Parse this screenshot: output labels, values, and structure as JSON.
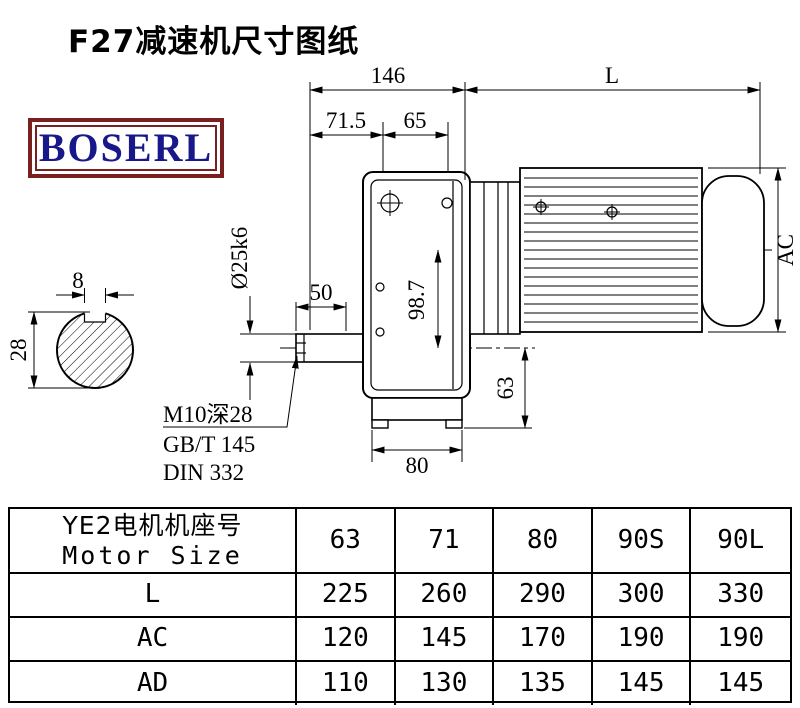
{
  "colors": {
    "logo_border": "#7a1f1f",
    "logo_text": "#18188a"
  },
  "title": "F27减速机尺寸图纸",
  "logo_text": "BOSERL",
  "drawing": {
    "dim_146": "146",
    "dim_L": "L",
    "dim_71_5": "71.5",
    "dim_65": "65",
    "dim_shaft": "Ø25k6",
    "dim_50": "50",
    "dim_8": "8",
    "dim_28": "28",
    "dim_98_7": "98.7",
    "dim_63": "63",
    "dim_80": "80",
    "dim_AC": "AC",
    "note_thread": "M10深28",
    "note_gb": "GB/T 145",
    "note_din": "DIN 332"
  },
  "table": {
    "header_cn": "YE2电机机座号",
    "header_en": "Motor Size",
    "frame_sizes": [
      "63",
      "71",
      "80",
      "90S",
      "90L"
    ],
    "rows": [
      {
        "label": "L",
        "values": [
          "225",
          "260",
          "290",
          "300",
          "330"
        ]
      },
      {
        "label": "AC",
        "values": [
          "120",
          "145",
          "170",
          "190",
          "190"
        ]
      },
      {
        "label": "AD",
        "values": [
          "110",
          "130",
          "135",
          "145",
          "145"
        ]
      }
    ]
  }
}
